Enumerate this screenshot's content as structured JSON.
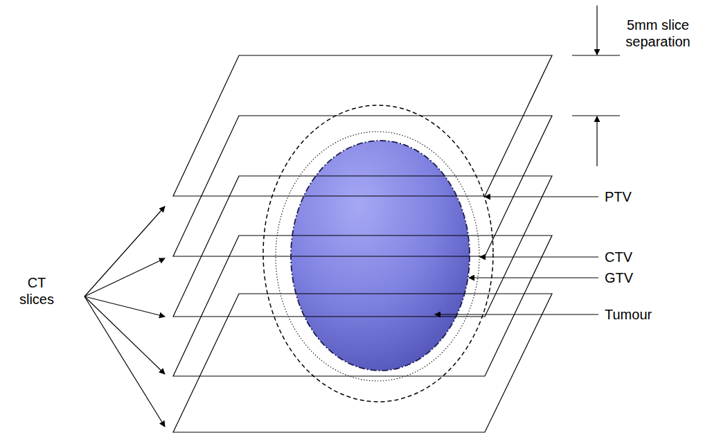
{
  "diagram": {
    "labels": [
      "5mm slice separation",
      "PTV",
      "CTV",
      "GTV",
      "Tumour",
      "CT slices"
    ]
  }
}
